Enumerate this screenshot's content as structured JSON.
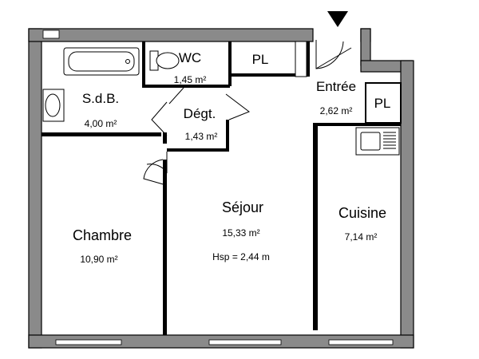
{
  "rooms": {
    "sdb": {
      "name": "S.d.B.",
      "area": "4,00 m²"
    },
    "wc": {
      "name": "WC",
      "area": "1,45 m²"
    },
    "pl_top": {
      "name": "PL"
    },
    "degt": {
      "name": "Dégt.",
      "area": "1,43 m²"
    },
    "entree": {
      "name": "Entrée",
      "area": "2,62 m²"
    },
    "pl_entree": {
      "name": "PL"
    },
    "sejour": {
      "name": "Séjour",
      "area": "15,33 m²",
      "height": "Hsp = 2,44 m"
    },
    "cuisine": {
      "name": "Cuisine",
      "area": "7,14 m²"
    },
    "chambre": {
      "name": "Chambre",
      "area": "10,90 m²"
    }
  },
  "colors": {
    "wall": "#8a8a8a",
    "line": "#000000"
  },
  "icons": {
    "entry_marker": "entry-arrow-icon"
  }
}
